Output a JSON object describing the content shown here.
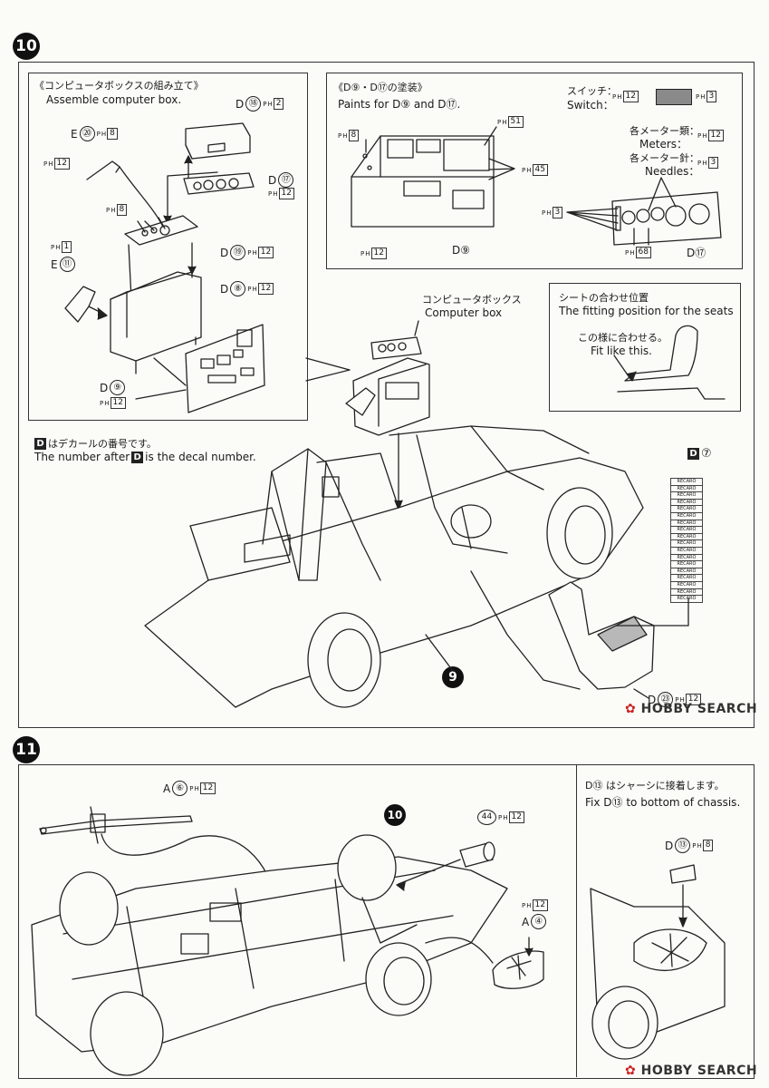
{
  "step10": {
    "number": "10",
    "assemble_box": {
      "jp": "《コンピュータボックスの組み立て》",
      "en": "Assemble computer box."
    },
    "paints": {
      "jp": "《D⑨・D⑰の塗装》",
      "en": "Paints for D⑨ and D⑰."
    },
    "switch": {
      "jp": "スイッチ：",
      "en": "Switch：",
      "ph": "3"
    },
    "meters": {
      "jp": "各メーター類：",
      "en": "Meters：",
      "ph": "12"
    },
    "needles": {
      "jp": "各メーター針：",
      "en": "Needles：",
      "ph": "3"
    },
    "computer_box": {
      "jp": "コンピュータボックス",
      "en": "Computer box"
    },
    "seats": {
      "jp": "シートの合わせ位置",
      "en": "The fitting position for the seats",
      "hint_jp": "この様に合わせる。",
      "hint_en": "Fit like this."
    },
    "decal_note": {
      "jp": "はデカールの番号です。",
      "en_pre": "The number after",
      "en_post": "is the decal number."
    },
    "decal_7": "⑦",
    "recaro": "RECARO",
    "parts": {
      "e20": {
        "letter": "E",
        "num": "⑳",
        "ph": "8"
      },
      "ph12_a": "12",
      "d18": {
        "letter": "D",
        "num": "⑱",
        "ph": "2"
      },
      "d17": {
        "letter": "D",
        "num": "⑰",
        "ph": "12"
      },
      "ph8": "8",
      "d19": {
        "letter": "D",
        "num": "⑲",
        "ph": "12"
      },
      "ph1": "1",
      "e11": {
        "letter": "E",
        "num": "⑪"
      },
      "d8": {
        "letter": "D",
        "num": "⑧",
        "ph": "12"
      },
      "d9": {
        "letter": "D",
        "num": "⑨",
        "ph": "12"
      },
      "p_ph8": "8",
      "p_ph51": "51",
      "p_ph45": "45",
      "p_ph12": "12",
      "p_d9": "D⑨",
      "p_ph3": "3",
      "p_ph68": "68",
      "p_d17": "D⑰",
      "sw_ph12": "12",
      "d23": {
        "letter": "D",
        "num": "㉓",
        "ph": "12"
      },
      "sub9": "9"
    }
  },
  "step11": {
    "number": "11",
    "a6": {
      "letter": "A",
      "num": "⑥",
      "ph": "12"
    },
    "ref10": "10",
    "p44": {
      "num": "44",
      "ph": "12"
    },
    "a4": {
      "letter": "A",
      "num": "④",
      "ph": "12"
    },
    "fix_note": {
      "jp": "D⑬ はシャーシに接着します。",
      "en": "Fix D⑬ to bottom of chassis."
    },
    "d13": {
      "letter": "D",
      "num": "⑬",
      "ph": "8"
    }
  },
  "watermark": "HOBBY SEARCH",
  "ph_prefix": "P",
  "ph_sub": "H"
}
